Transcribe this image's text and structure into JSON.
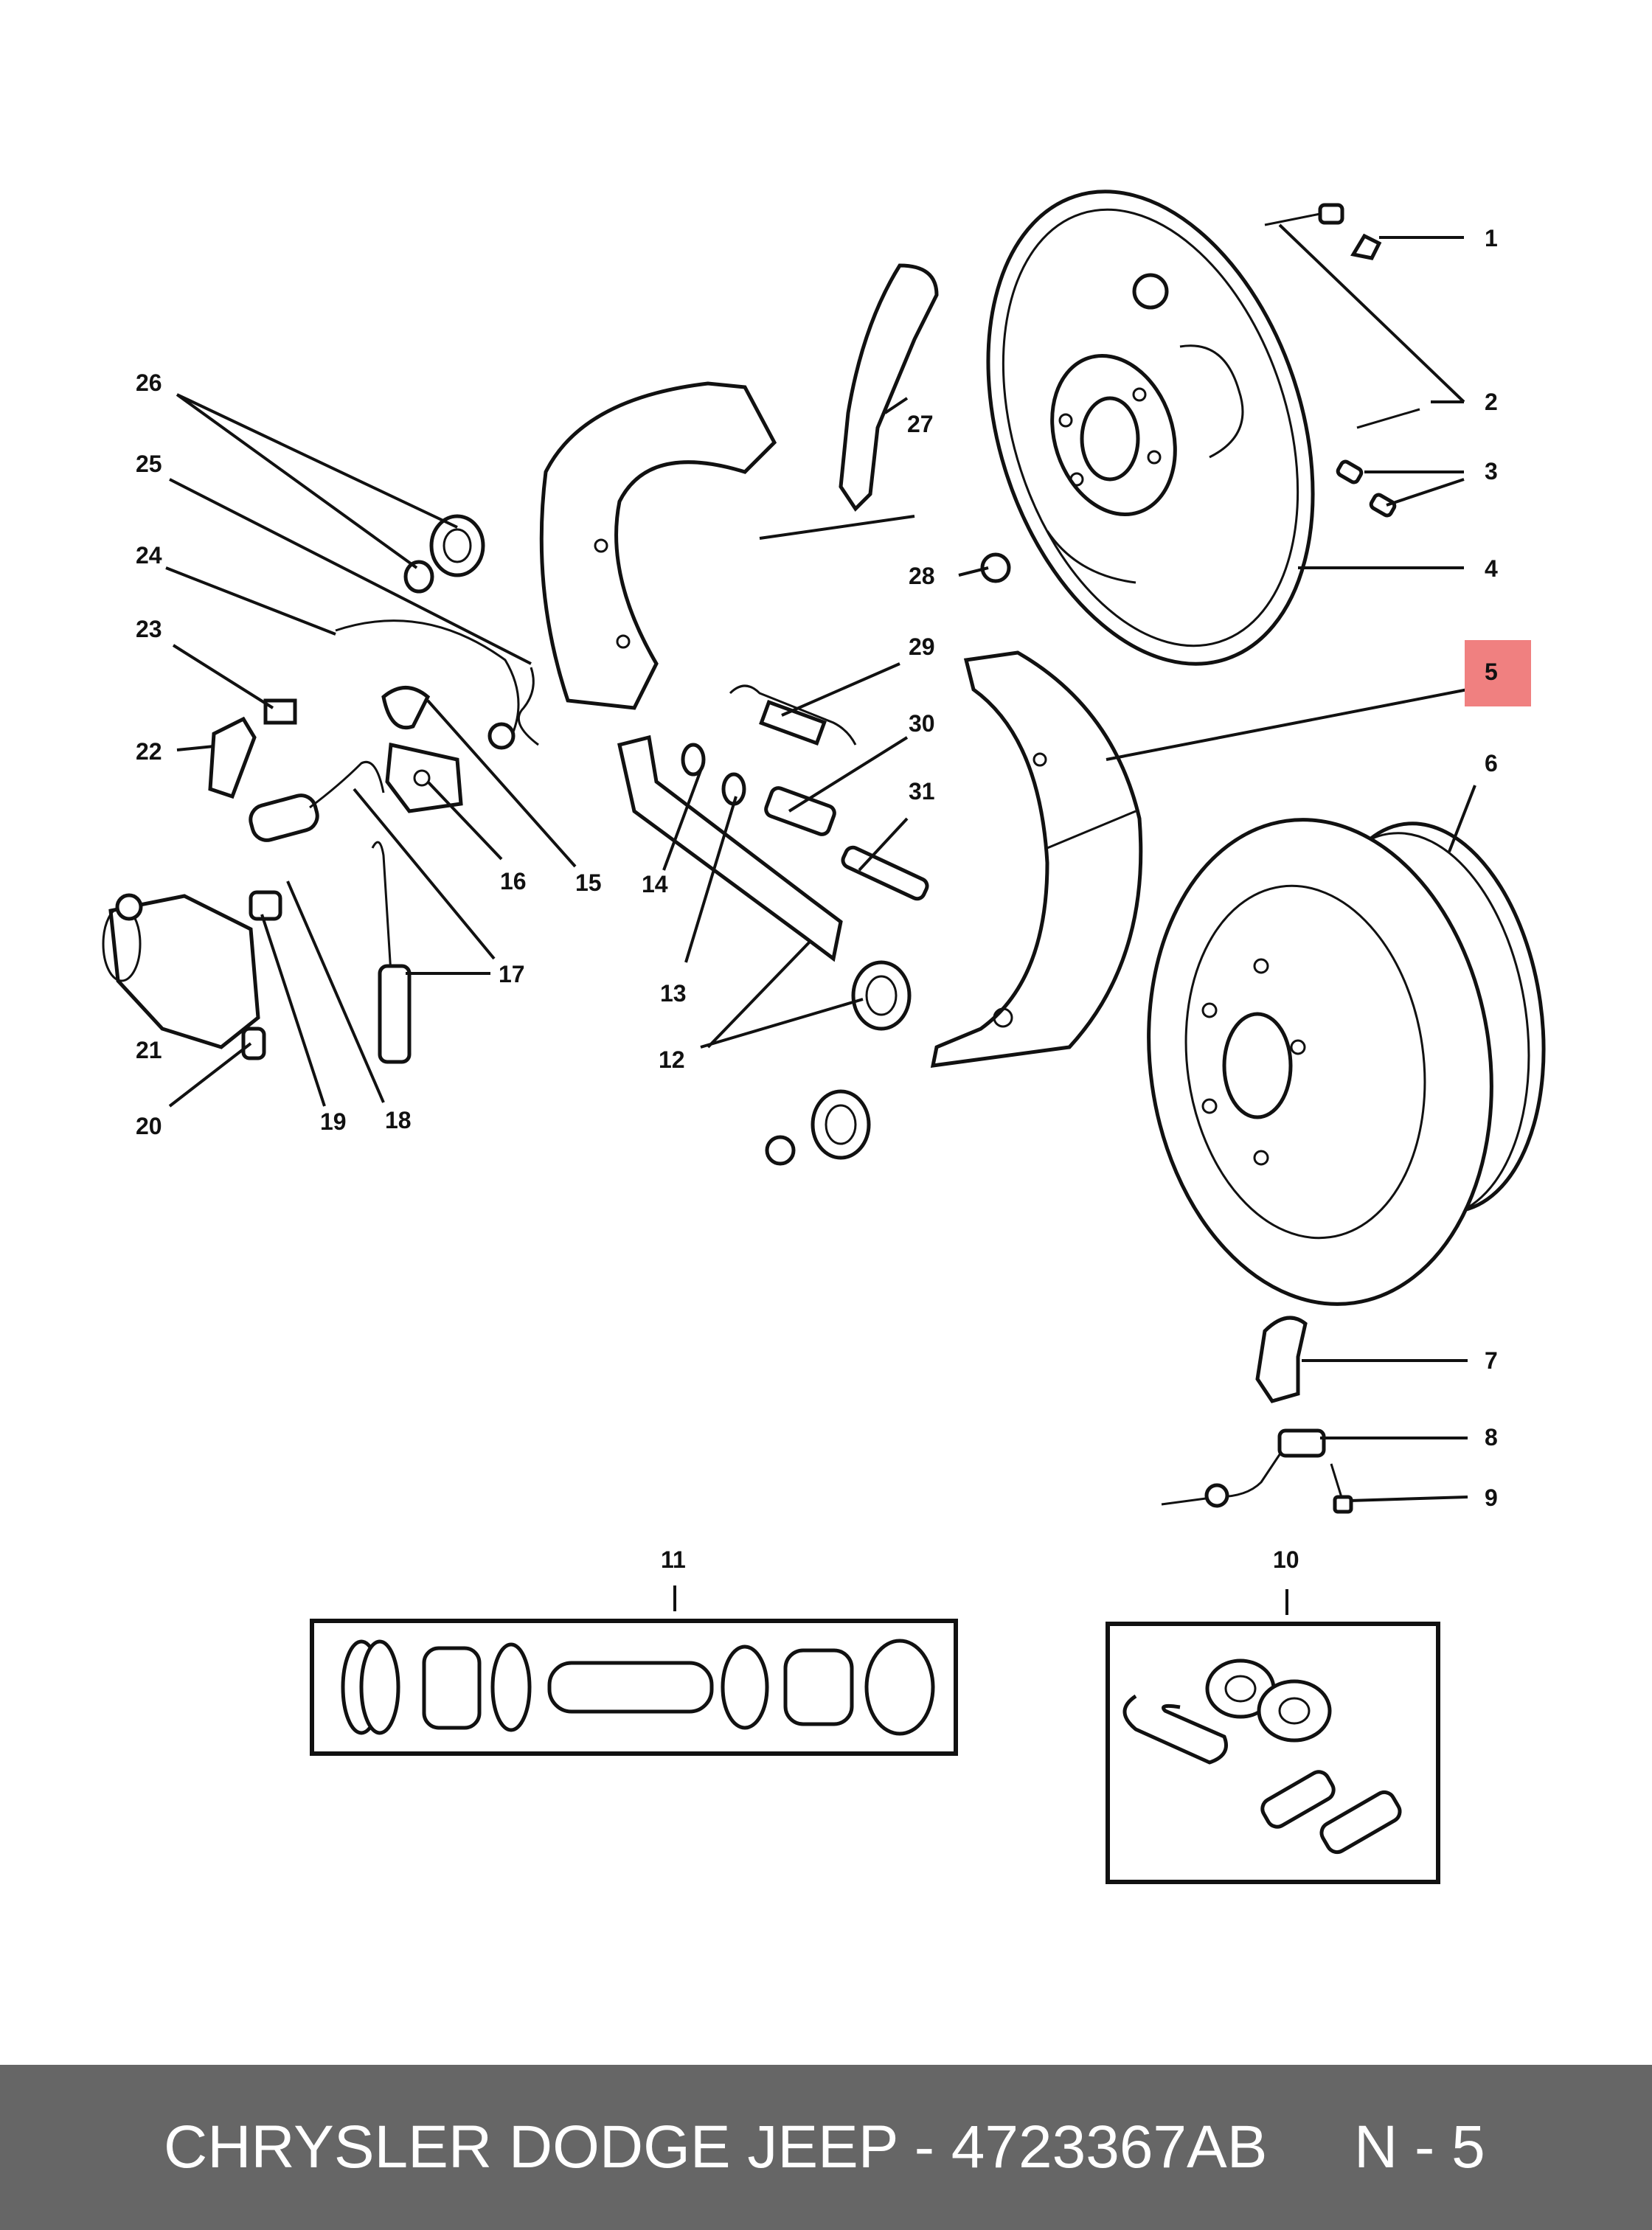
{
  "diagram": {
    "callouts": [
      "1",
      "2",
      "3",
      "4",
      "5",
      "6",
      "7",
      "8",
      "9",
      "10",
      "11",
      "12",
      "13",
      "14",
      "15",
      "16",
      "17",
      "18",
      "19",
      "20",
      "21",
      "22",
      "23",
      "24",
      "25",
      "26",
      "27",
      "28",
      "29",
      "30",
      "31"
    ],
    "highlighted_callout": "5",
    "highlight_color": "#f08080"
  },
  "footer": {
    "title": "CHRYSLER DODGE JEEP - 4723367AB",
    "page": "N - 5",
    "background": "#666666",
    "text_color": "#ffffff"
  }
}
